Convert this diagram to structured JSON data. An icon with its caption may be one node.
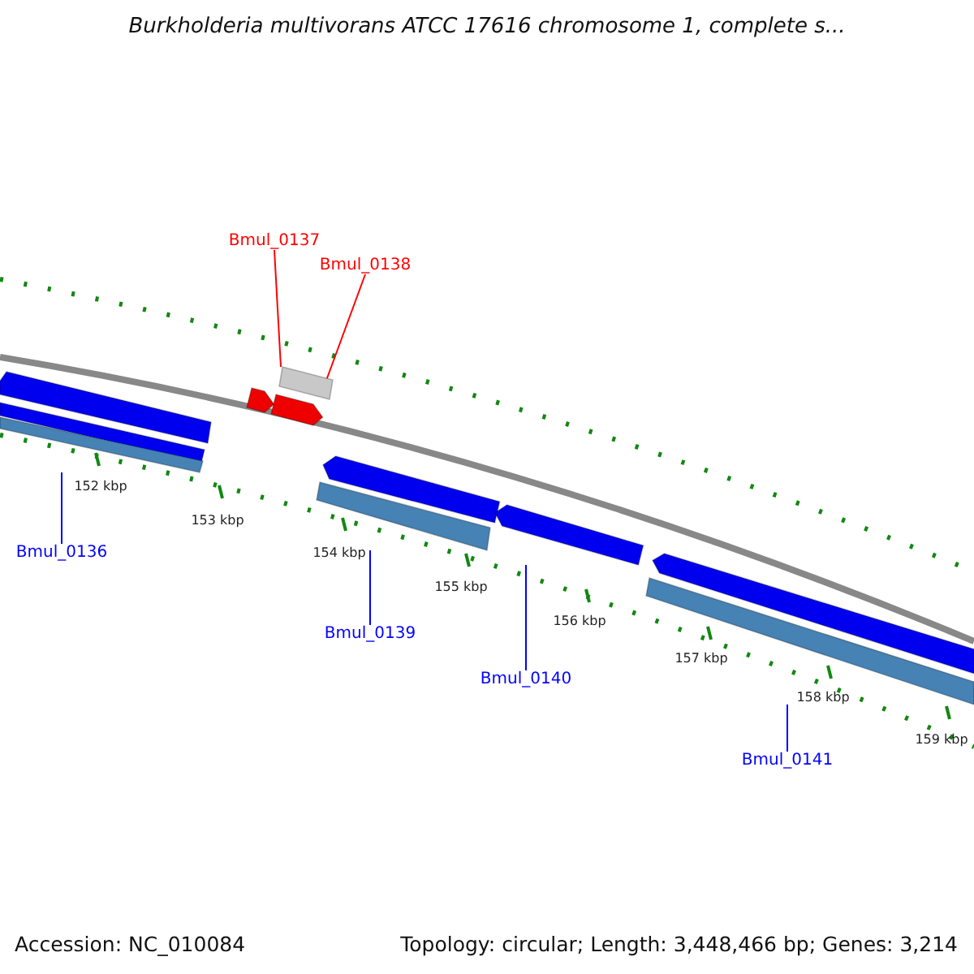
{
  "diagram": {
    "title": "Burkholderia multivorans ATCC 17616 chromosome 1, complete s...",
    "nodes": [
      {
        "text": [],
        "shape": "pentagon"
      },
      {
        "text": [],
        "shape": "bar"
      },
      {
        "text": [],
        "shape": "bar"
      },
      {
        "text": [],
        "shape": "bar"
      },
      {
        "text": [],
        "shape": "pentagon"
      },
      {
        "text": [],
        "shape": "pentagon"
      },
      {
        "text": [],
        "shape": "pentagon"
      },
      {
        "text": [],
        "shape": "bar"
      },
      {
        "text": [],
        "shape": "pentagon"
      },
      {
        "text": [],
        "shape": "bar"
      },
      {
        "text": [],
        "shape": "pentagon"
      },
      {
        "text": [
          "Bmul_0137"
        ]
      },
      {
        "text": [
          "Bmul_0138"
        ]
      },
      {
        "text": [
          "Bmul_0136"
        ]
      },
      {
        "text": [
          "Bmul_0139"
        ]
      },
      {
        "text": [
          "Bmul_0140"
        ]
      },
      {
        "text": [
          "Bmul_0141"
        ]
      }
    ],
    "edges": [
      {
        "from": 11,
        "to": 3,
        "arrow": "none",
        "color": "#ff0000"
      },
      {
        "from": 12,
        "to": 5,
        "arrow": "none",
        "color": "#ff0000"
      },
      {
        "from": 13,
        "to": 2,
        "arrow": "none"
      },
      {
        "from": 14,
        "to": 7,
        "arrow": "none"
      },
      {
        "from": 15,
        "to": 8,
        "arrow": "none"
      },
      {
        "from": 16,
        "to": 9,
        "arrow": "none"
      }
    ],
    "labels": [
      "152 kbp",
      "153 kbp",
      "154 kbp",
      "155 kbp",
      "156 kbp",
      "157 kbp",
      "158 kbp",
      "159 kbp",
      "Accession: NC_010084",
      "Topology: circular; Length: 3,448,466 bp; Genes: 3,214"
    ]
  }
}
